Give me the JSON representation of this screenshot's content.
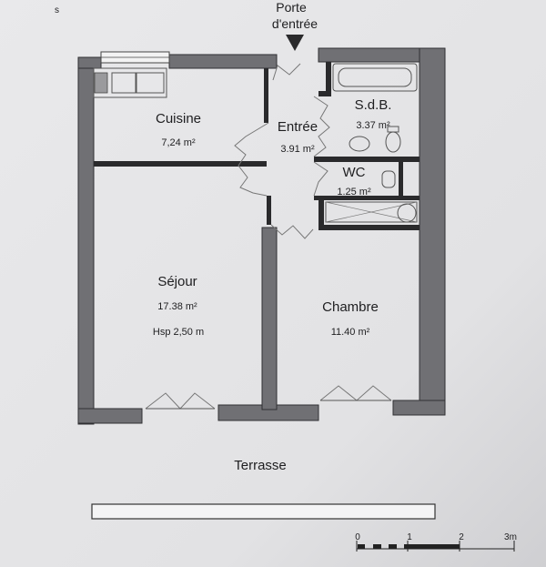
{
  "entrance": {
    "line1": "Porte",
    "line2": "d'entrée"
  },
  "rooms": {
    "cuisine": {
      "name": "Cuisine",
      "area": "7,24 m²"
    },
    "entree": {
      "name": "Entrée",
      "area": "3.91 m²"
    },
    "sdb": {
      "name": "S.d.B.",
      "area": "3.37 m²"
    },
    "wc": {
      "name": "WC",
      "area": "1.25 m²"
    },
    "sejour": {
      "name": "Séjour",
      "area": "17.38 m²",
      "height": "Hsp 2,50 m"
    },
    "chambre": {
      "name": "Chambre",
      "area": "11.40 m²"
    }
  },
  "terrasse": "Terrasse",
  "scale": {
    "t0": "0",
    "t1": "1",
    "t2": "2",
    "t3": "3m"
  },
  "corner_text": "s"
}
